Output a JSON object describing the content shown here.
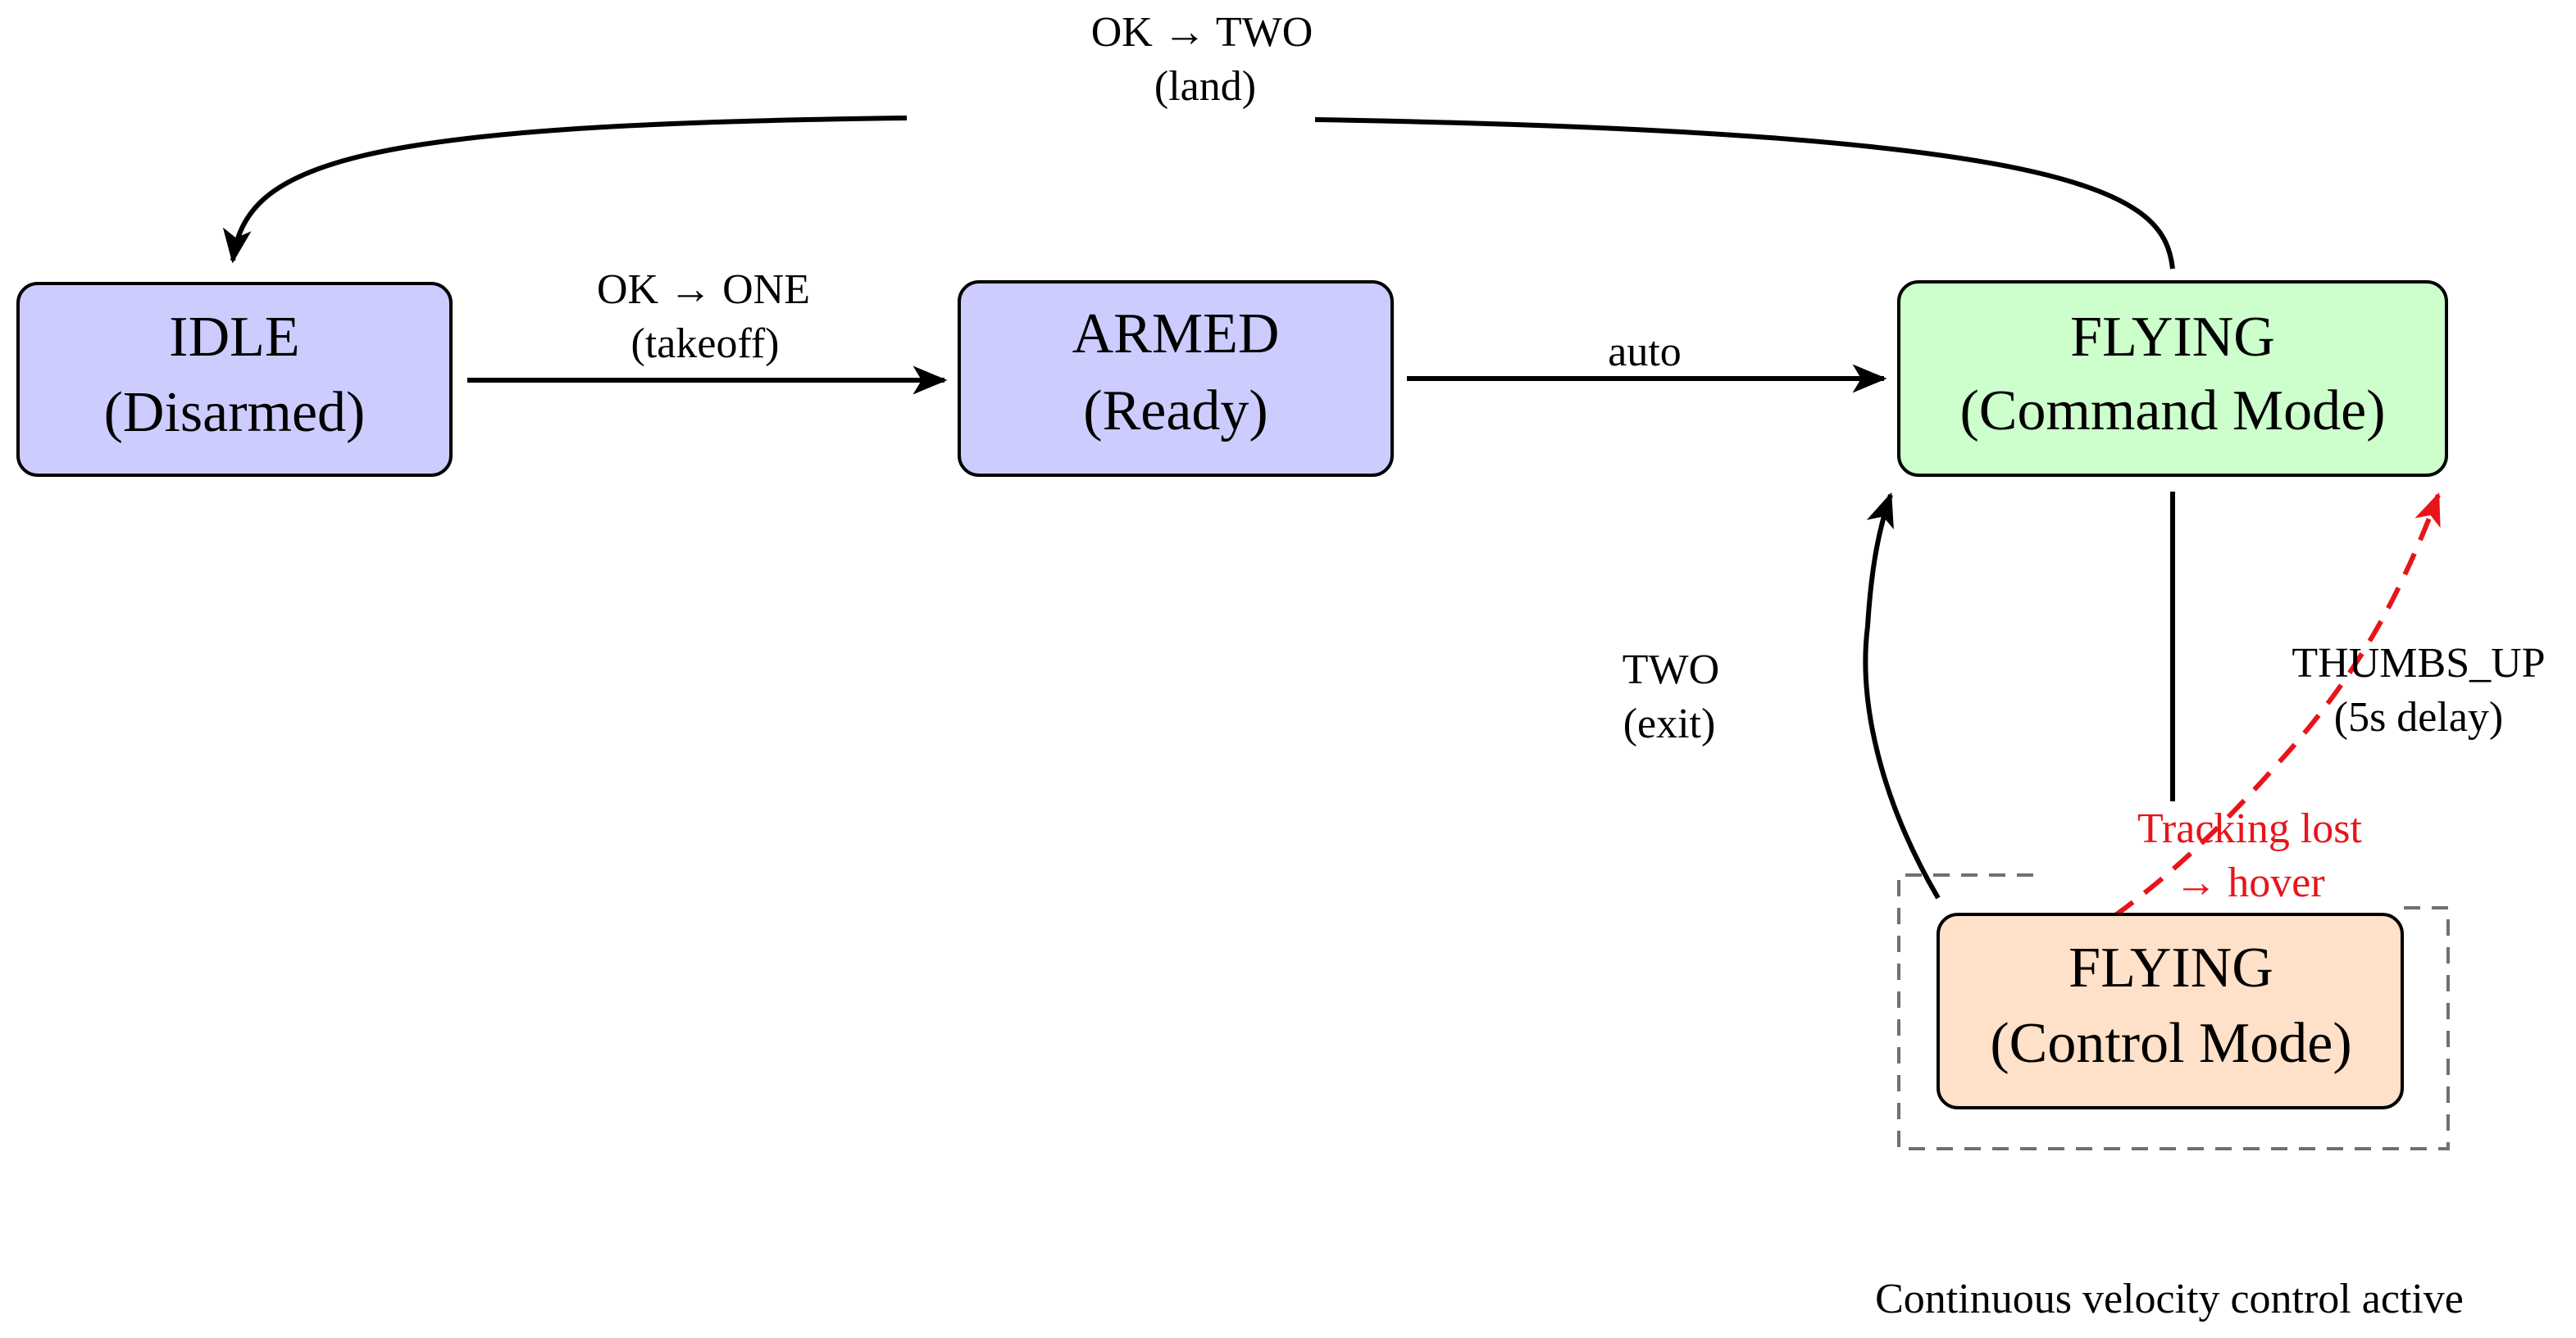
{
  "states": {
    "idle": {
      "line1": "IDLE",
      "line2": "(Disarmed)",
      "fill": "#ccccff"
    },
    "armed": {
      "line1": "ARMED",
      "line2": "(Ready)",
      "fill": "#ccccff"
    },
    "flying_command": {
      "line1": "FLYING",
      "line2": "(Command Mode)",
      "fill": "#ccffcc"
    },
    "flying_control": {
      "line1": "FLYING",
      "line2": "(Control Mode)",
      "fill": "#ffe0c8"
    }
  },
  "transitions": {
    "land": {
      "line1": "OK → TWO",
      "line2": "(land)"
    },
    "takeoff": {
      "line1": "OK → ONE",
      "line2": "(takeoff)"
    },
    "auto": {
      "line1": "auto"
    },
    "exit": {
      "line1": "TWO",
      "line2": "(exit)"
    },
    "thumbs_up": {
      "line1": "THUMBS_UP",
      "line2": "(5s delay)"
    },
    "tracking_lost": {
      "line1": "Tracking lost",
      "line2": "→ hover",
      "color": "#e8141a"
    }
  },
  "footnote": "Continuous velocity control active"
}
